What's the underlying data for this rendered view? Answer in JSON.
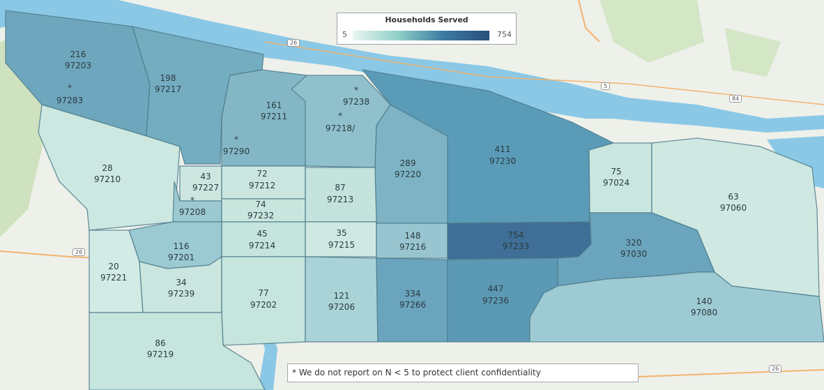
{
  "legend": {
    "title": "Households Served",
    "min": "5",
    "max": "754"
  },
  "footnote": "* We do not report on N < 5 to protect client confidentiality",
  "colors": {
    "low": "#e9f5f1",
    "mid": "#8fcfc7",
    "high": "#274f7a",
    "water": "#8ac8e6",
    "land": "#eef0ea"
  },
  "highway_shields": [
    "26",
    "26",
    "26",
    "84",
    "5"
  ],
  "zips": [
    {
      "zip": "97203",
      "value": "216"
    },
    {
      "zip": "97283",
      "value": "*"
    },
    {
      "zip": "97217",
      "value": "198"
    },
    {
      "zip": "97211",
      "value": "161"
    },
    {
      "zip": "97238",
      "value": "*"
    },
    {
      "zip": "97218/",
      "value": "*"
    },
    {
      "zip": "97290",
      "value": "*"
    },
    {
      "zip": "97210",
      "value": "28"
    },
    {
      "zip": "97227",
      "value": "43"
    },
    {
      "zip": "97208",
      "value": "*"
    },
    {
      "zip": "97212",
      "value": "72"
    },
    {
      "zip": "97232",
      "value": "74"
    },
    {
      "zip": "97213",
      "value": "87"
    },
    {
      "zip": "97220",
      "value": "289"
    },
    {
      "zip": "97230",
      "value": "411"
    },
    {
      "zip": "97024",
      "value": "75"
    },
    {
      "zip": "97060",
      "value": "63"
    },
    {
      "zip": "97201",
      "value": "116"
    },
    {
      "zip": "97214",
      "value": "45"
    },
    {
      "zip": "97215",
      "value": "35"
    },
    {
      "zip": "97216",
      "value": "148"
    },
    {
      "zip": "97233",
      "value": "754"
    },
    {
      "zip": "97030",
      "value": "320"
    },
    {
      "zip": "97221",
      "value": "20"
    },
    {
      "zip": "97239",
      "value": "34"
    },
    {
      "zip": "97202",
      "value": "77"
    },
    {
      "zip": "97206",
      "value": "121"
    },
    {
      "zip": "97266",
      "value": "334"
    },
    {
      "zip": "97236",
      "value": "447"
    },
    {
      "zip": "97080",
      "value": "140"
    },
    {
      "zip": "97219",
      "value": "86"
    }
  ]
}
